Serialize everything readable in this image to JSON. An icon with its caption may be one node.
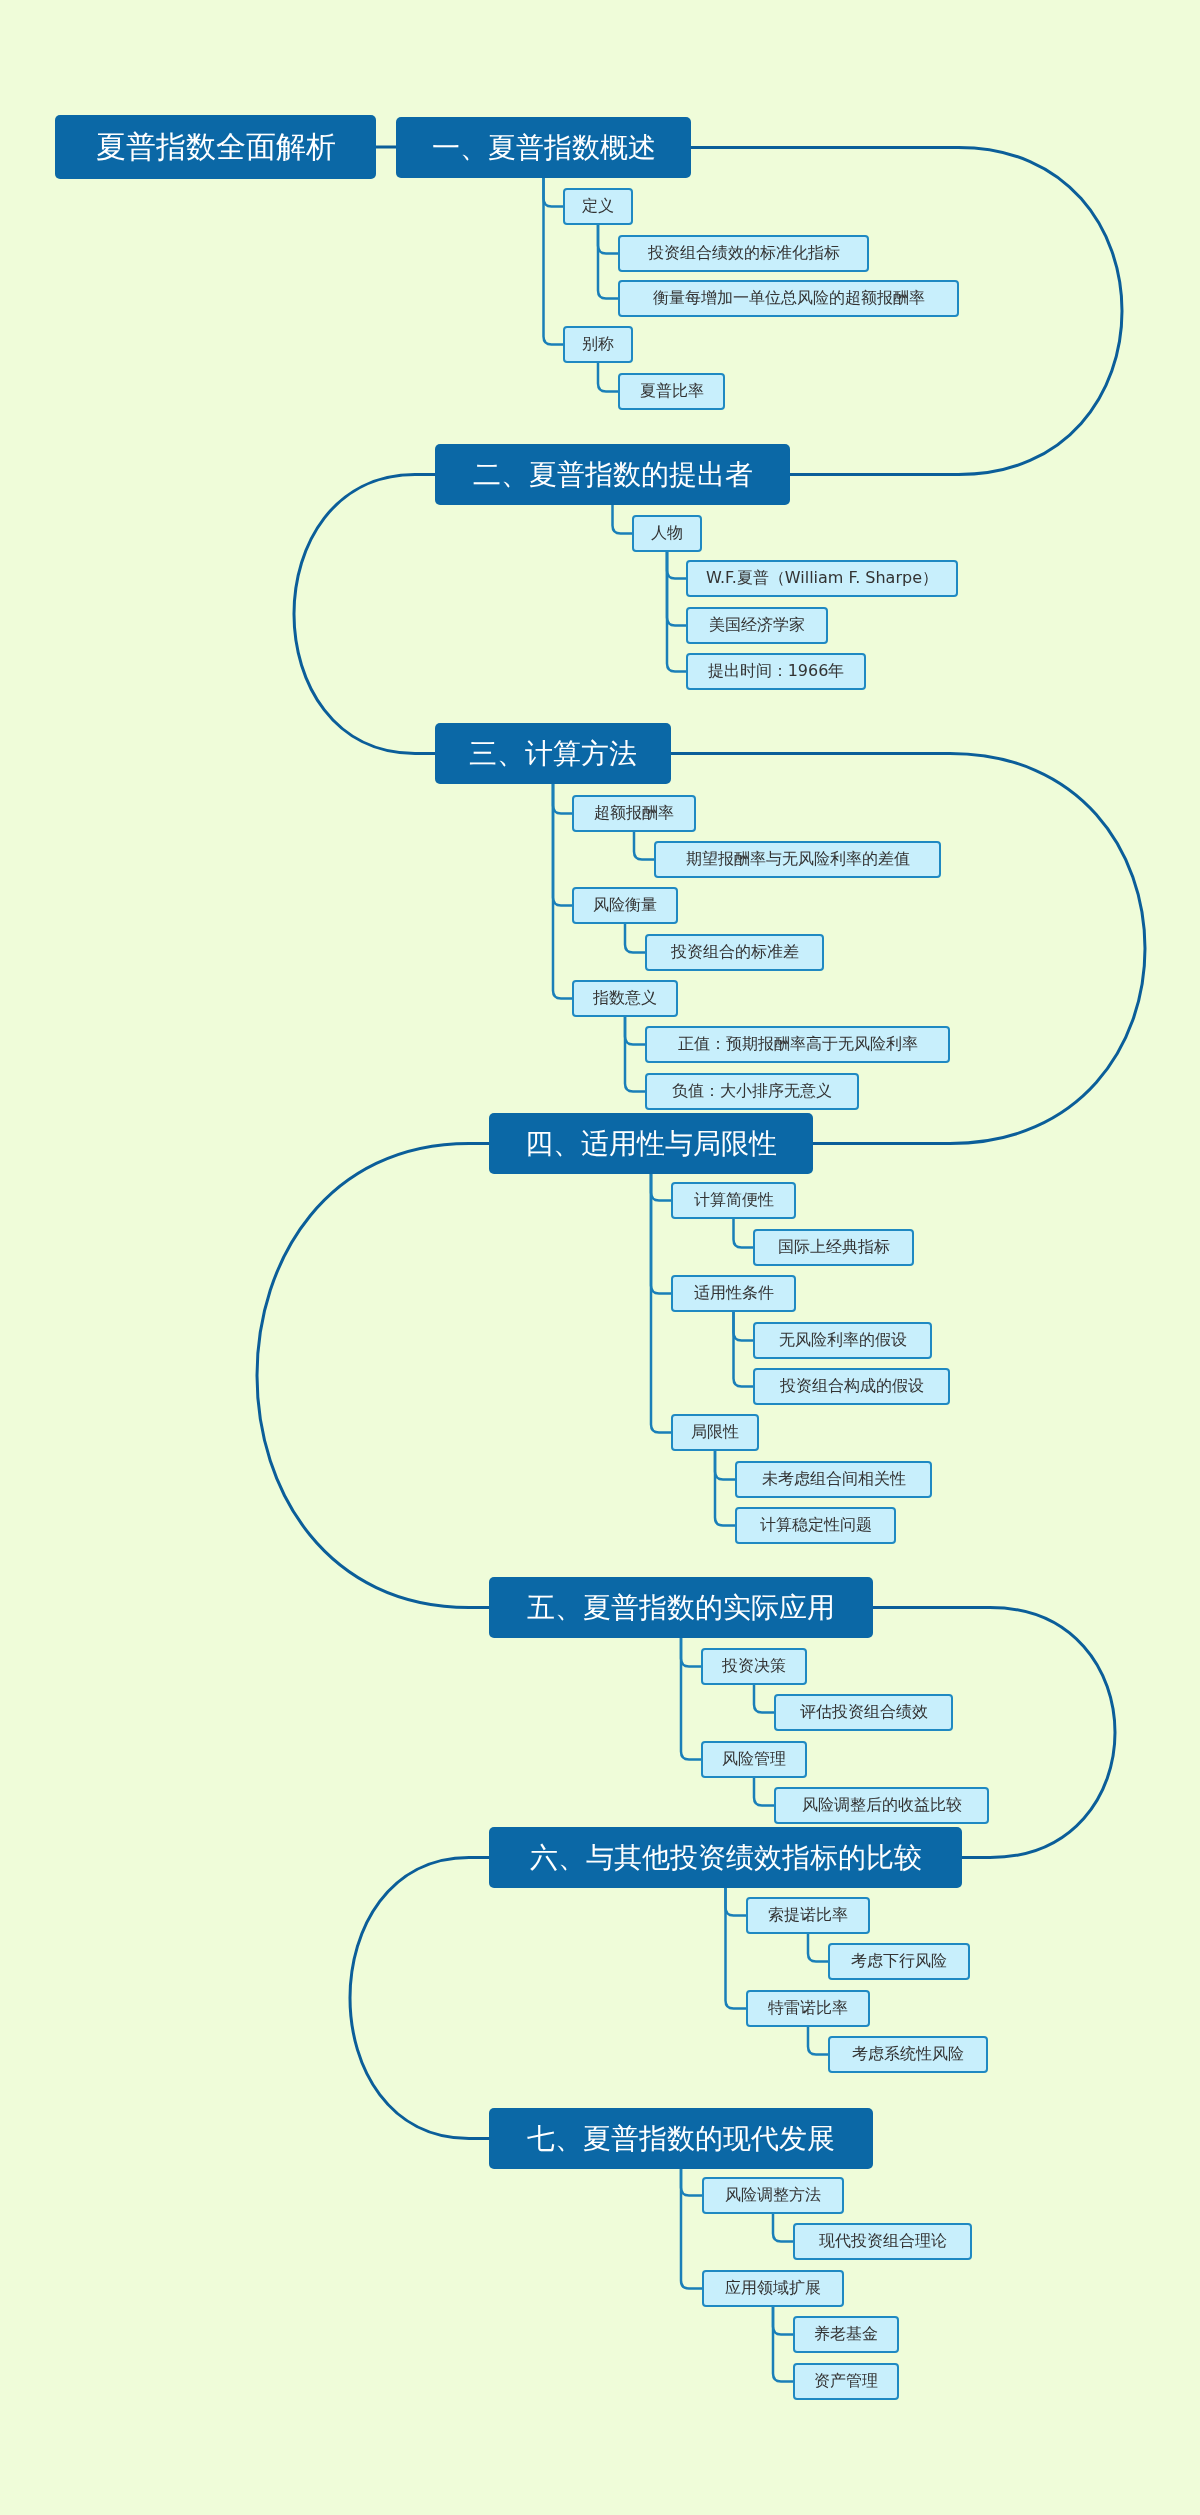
{
  "diagram": {
    "nodes": [
      {
        "text": [
          "夏普指数全面解析"
        ]
      },
      {
        "text": [
          "一、夏普指数概述"
        ]
      },
      {
        "text": [
          "定义"
        ]
      },
      {
        "text": [
          "投资组合绩效的标准化指标"
        ]
      },
      {
        "text": [
          "衡量每增加一单位总风险的超额报酬率"
        ]
      },
      {
        "text": [
          "别称"
        ]
      },
      {
        "text": [
          "夏普比率"
        ]
      },
      {
        "text": [
          "二、夏普指数的提出者"
        ]
      },
      {
        "text": [
          "人物"
        ]
      },
      {
        "text": [
          "W.F.夏普（William F. Sharpe）"
        ]
      },
      {
        "text": [
          "美国经济学家"
        ]
      },
      {
        "text": [
          "提出时间：1966年"
        ]
      },
      {
        "text": [
          "三、计算方法"
        ]
      },
      {
        "text": [
          "超额报酬率"
        ]
      },
      {
        "text": [
          "期望报酬率与无风险利率的差值"
        ]
      },
      {
        "text": [
          "风险衡量"
        ]
      },
      {
        "text": [
          "投资组合的标准差"
        ]
      },
      {
        "text": [
          "指数意义"
        ]
      },
      {
        "text": [
          "正值：预期报酬率高于无风险利率"
        ]
      },
      {
        "text": [
          "负值：大小排序无意义"
        ]
      },
      {
        "text": [
          "四、适用性与局限性"
        ]
      },
      {
        "text": [
          "计算简便性"
        ]
      },
      {
        "text": [
          "国际上经典指标"
        ]
      },
      {
        "text": [
          "适用性条件"
        ]
      },
      {
        "text": [
          "无风险利率的假设"
        ]
      },
      {
        "text": [
          "投资组合构成的假设"
        ]
      },
      {
        "text": [
          "局限性"
        ]
      },
      {
        "text": [
          "未考虑组合间相关性"
        ]
      },
      {
        "text": [
          "计算稳定性问题"
        ]
      },
      {
        "text": [
          "五、夏普指数的实际应用"
        ]
      },
      {
        "text": [
          "投资决策"
        ]
      },
      {
        "text": [
          "评估投资组合绩效"
        ]
      },
      {
        "text": [
          "风险管理"
        ]
      },
      {
        "text": [
          "风险调整后的收益比较"
        ]
      },
      {
        "text": [
          "六、与其他投资绩效指标的比较"
        ]
      },
      {
        "text": [
          "索提诺比率"
        ]
      },
      {
        "text": [
          "考虑下行风险"
        ]
      },
      {
        "text": [
          "特雷诺比率"
        ]
      },
      {
        "text": [
          "考虑系统性风险"
        ]
      },
      {
        "text": [
          "七、夏普指数的现代发展"
        ]
      },
      {
        "text": [
          "风险调整方法"
        ]
      },
      {
        "text": [
          "现代投资组合理论"
        ]
      },
      {
        "text": [
          "应用领域扩展"
        ]
      },
      {
        "text": [
          "养老基金"
        ]
      },
      {
        "text": [
          "资产管理"
        ]
      }
    ],
    "edges": [
      {
        "from": 0,
        "to": 1,
        "arrow": "none"
      },
      {
        "from": 1,
        "to": 2,
        "arrow": "none"
      },
      {
        "from": 2,
        "to": 3,
        "arrow": "none"
      },
      {
        "from": 2,
        "to": 4,
        "arrow": "none"
      },
      {
        "from": 1,
        "to": 5,
        "arrow": "none"
      },
      {
        "from": 5,
        "to": 6,
        "arrow": "none"
      },
      {
        "from": 1,
        "to": 7,
        "arrow": "none"
      },
      {
        "from": 7,
        "to": 8,
        "arrow": "none"
      },
      {
        "from": 8,
        "to": 9,
        "arrow": "none"
      },
      {
        "from": 8,
        "to": 10,
        "arrow": "none"
      },
      {
        "from": 8,
        "to": 11,
        "arrow": "none"
      },
      {
        "from": 7,
        "to": 12,
        "arrow": "none"
      },
      {
        "from": 12,
        "to": 13,
        "arrow": "none"
      },
      {
        "from": 13,
        "to": 14,
        "arrow": "none"
      },
      {
        "from": 12,
        "to": 15,
        "arrow": "none"
      },
      {
        "from": 15,
        "to": 16,
        "arrow": "none"
      },
      {
        "from": 12,
        "to": 17,
        "arrow": "none"
      },
      {
        "from": 17,
        "to": 18,
        "arrow": "none"
      },
      {
        "from": 17,
        "to": 19,
        "arrow": "none"
      },
      {
        "from": 12,
        "to": 20,
        "arrow": "none"
      },
      {
        "from": 20,
        "to": 21,
        "arrow": "none"
      },
      {
        "from": 21,
        "to": 22,
        "arrow": "none"
      },
      {
        "from": 20,
        "to": 23,
        "arrow": "none"
      },
      {
        "from": 23,
        "to": 24,
        "arrow": "none"
      },
      {
        "from": 23,
        "to": 25,
        "arrow": "none"
      },
      {
        "from": 20,
        "to": 26,
        "arrow": "none"
      },
      {
        "from": 26,
        "to": 27,
        "arrow": "none"
      },
      {
        "from": 26,
        "to": 28,
        "arrow": "none"
      },
      {
        "from": 20,
        "to": 29,
        "arrow": "none"
      },
      {
        "from": 29,
        "to": 30,
        "arrow": "none"
      },
      {
        "from": 30,
        "to": 31,
        "arrow": "none"
      },
      {
        "from": 29,
        "to": 32,
        "arrow": "none"
      },
      {
        "from": 32,
        "to": 33,
        "arrow": "none"
      },
      {
        "from": 29,
        "to": 34,
        "arrow": "none"
      },
      {
        "from": 34,
        "to": 35,
        "arrow": "none"
      },
      {
        "from": 35,
        "to": 36,
        "arrow": "none"
      },
      {
        "from": 34,
        "to": 37,
        "arrow": "none"
      },
      {
        "from": 37,
        "to": 38,
        "arrow": "none"
      },
      {
        "from": 34,
        "to": 39,
        "arrow": "none"
      },
      {
        "from": 39,
        "to": 40,
        "arrow": "none"
      },
      {
        "from": 40,
        "to": 41,
        "arrow": "none"
      },
      {
        "from": 39,
        "to": 42,
        "arrow": "none"
      },
      {
        "from": 42,
        "to": 43,
        "arrow": "none"
      },
      {
        "from": 42,
        "to": 44,
        "arrow": "none"
      }
    ]
  }
}
